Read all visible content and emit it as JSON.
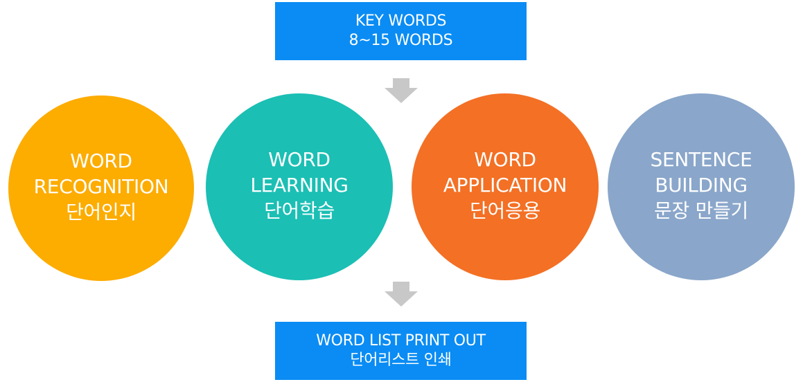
{
  "top_box": {
    "line1": "KEY WORDS",
    "line2": "8~15 WORDS",
    "color": "#0a8cf4"
  },
  "steps": [
    {
      "line1": "WORD",
      "line2": "RECOGNITION",
      "line3": "단어인지",
      "color": "#fdac00"
    },
    {
      "line1": "WORD",
      "line2": "LEARNING",
      "line3": "단어학습",
      "color": "#1bbfb4"
    },
    {
      "line1": "WORD",
      "line2": "APPLICATION",
      "line3": "단어응용",
      "color": "#f37025"
    },
    {
      "line1": "SENTENCE",
      "line2": "BUILDING",
      "line3": "문장 만들기",
      "color": "#8aa6ca"
    }
  ],
  "bottom_box": {
    "line1": "WORD LIST PRINT OUT",
    "line2": "단어리스트 인쇄",
    "color": "#0a8cf4"
  },
  "arrow_color": "#c8c8c8"
}
